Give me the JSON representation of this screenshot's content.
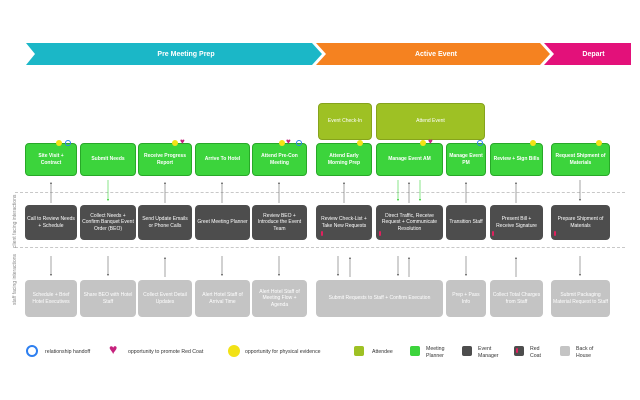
{
  "colors": {
    "pre_phase": "#1bb7c7",
    "active_phase": "#f58220",
    "depart_phase": "#e3117a",
    "meeting_planner": "#3cd43c",
    "attendee": "#9ec124",
    "event_manager": "#4d4d4d",
    "back_of_house": "#c4c4c4",
    "red_coat": "#e0215e",
    "physical_evidence": "#f2e216",
    "relationship_handoff": "#2d7ff0",
    "promote_red_coat": "#c6227d"
  },
  "phases": [
    {
      "label": "Pre Meeting Prep"
    },
    {
      "label": "Active Event"
    },
    {
      "label": "Depart"
    }
  ],
  "attendee_row": {
    "check_in": "Event Check-In",
    "attend_event": "Attend Event"
  },
  "planner_row": [
    {
      "label": "Site Visit + Contract",
      "icons": [
        "physical-evidence",
        "relationship-handoff"
      ]
    },
    {
      "label": "Submit Needs",
      "icons": []
    },
    {
      "label": "Receive Progress Report",
      "icons": [
        "physical-evidence",
        "promote-red-coat"
      ]
    },
    {
      "label": "Arrive To Hotel",
      "icons": []
    },
    {
      "label": "Attend Pre-Con Meeting",
      "icons": [
        "physical-evidence",
        "promote-red-coat",
        "relationship-handoff"
      ]
    },
    {
      "label": "Attend Early Morning Prep",
      "icons": [
        "physical-evidence"
      ]
    },
    {
      "label": "Manage Event AM",
      "icons": [
        "physical-evidence",
        "promote-red-coat"
      ]
    },
    {
      "label": "Manage Event PM",
      "icons": [
        "relationship-handoff"
      ]
    },
    {
      "label": "Review + Sign Bills",
      "icons": [
        "physical-evidence"
      ]
    },
    {
      "label": "Request Shipment of Materials",
      "icons": [
        "physical-evidence"
      ]
    }
  ],
  "side_labels": {
    "client": "client facing interactions",
    "staff": "staff facing interactions"
  },
  "manager_row": [
    {
      "label": "Call to Review Needs + Schedule"
    },
    {
      "label": "Collect Needs + Confirm Banquet Event Order (BEO)"
    },
    {
      "label": "Send Update Emails or Phone Calls"
    },
    {
      "label": "Greet Meeting Planner"
    },
    {
      "label": "Review BEO + Introduce the Event Team"
    },
    {
      "label": "Review Check-List + Take New Requests"
    },
    {
      "label": "Direct Traffic, Receive Request + Communicate Resolution"
    },
    {
      "label": "Transition Staff"
    },
    {
      "label": "Present Bill + Receive Signature"
    },
    {
      "label": "Prepare Shipment of Materials"
    }
  ],
  "backhouse_row": [
    {
      "label": "Schedule + Brief Hotel Executives"
    },
    {
      "label": "Share BEO with Hotel Staff"
    },
    {
      "label": "Collect Event Detail Updates"
    },
    {
      "label": "Alert Hotel Staff of Arrival Time"
    },
    {
      "label": "Alert Hotel Staff of Meeting Flow + Agenda"
    },
    {
      "label": "Submit Requests to Staff + Confirm Execution"
    },
    {
      "label": "Prep + Pass Info"
    },
    {
      "label": "Collect Total Charges from Staff"
    },
    {
      "label": "Submit Packaging Material Request to Staff"
    }
  ],
  "legend": {
    "relationship_handoff": "relationship handoff",
    "promote_red_coat": "opportunity to promote Red Coat",
    "physical_evidence": "opportunity for physical evidence",
    "attendee": "Attendee",
    "meeting_planner": "Meeting Planner",
    "event_manager": "Event Manager",
    "red_coat": "Red Coat",
    "back_of_house": "Back of House"
  }
}
